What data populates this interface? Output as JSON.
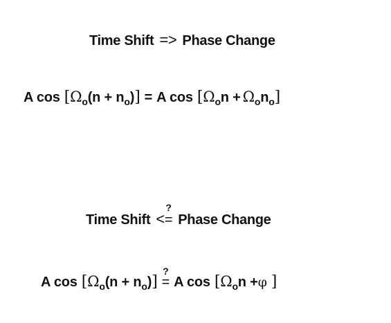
{
  "block1": {
    "heading": {
      "left": "Time Shift",
      "operator": "=>",
      "right": "Phase Change"
    },
    "equation": {
      "A_cos": "A cos",
      "open_bracket": "[",
      "omega": "Ω",
      "sub_o": "o",
      "paren_open": "(n + n",
      "paren_close": ")",
      "close_bracket": "]",
      "equals": "=",
      "rhs_n_plus": "n +",
      "rhs_n": "n"
    }
  },
  "block2": {
    "heading": {
      "left": "Time Shift",
      "operator": "<",
      "question": "?",
      "equals_sign": "=",
      "right": "Phase Change"
    },
    "equation": {
      "A_cos": "A cos",
      "open_bracket": "[",
      "omega": "Ω",
      "sub_o": "o",
      "paren_open": "(n + n",
      "paren_close": ")",
      "close_bracket": "]",
      "question": "?",
      "equals_sign": "=",
      "rhs_n_plus": "n +",
      "phi": "φ"
    }
  }
}
